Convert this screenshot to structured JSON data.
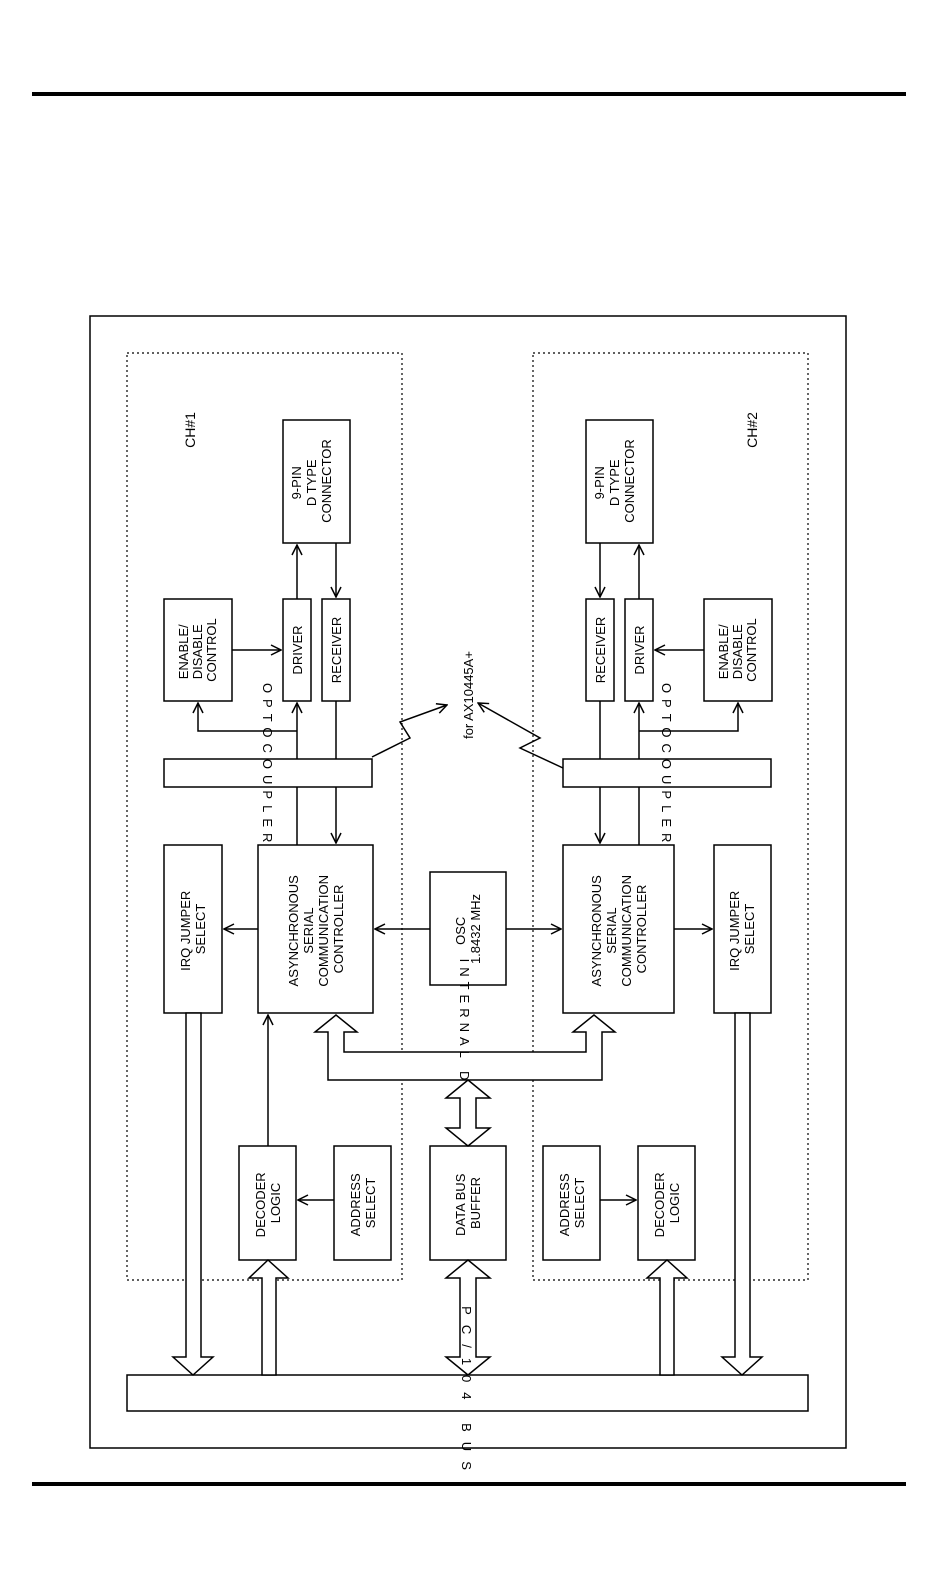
{
  "channels": {
    "ch1": "CH#1",
    "ch2": "CH#2"
  },
  "blocks": {
    "connector": [
      "9-PIN",
      "D TYPE",
      "CONNECTOR"
    ],
    "enable": [
      "ENABLE/",
      "DISABLE",
      "CONTROL"
    ],
    "driver": "DRIVER",
    "receiver": "RECEIVER",
    "optocouplers": "OPTOCOUPLERS",
    "ascc": [
      "ASYNCHRONOUS",
      "SERIAL",
      "COMMUNICATION",
      "CONTROLLER"
    ],
    "irq": [
      "IRQ JUMPER",
      "SELECT"
    ],
    "osc": [
      "OSC",
      "1.8432 MHz"
    ],
    "internal_bus": "INTERNAL DATA BUS",
    "data_buffer": [
      "DATA BUS",
      "BUFFER"
    ],
    "decoder": [
      "DECODER",
      "LOGIC"
    ],
    "address": [
      "ADDRESS",
      "SELECT"
    ],
    "pc104": "PC/104 BUS",
    "note": "for AX10445A+"
  }
}
